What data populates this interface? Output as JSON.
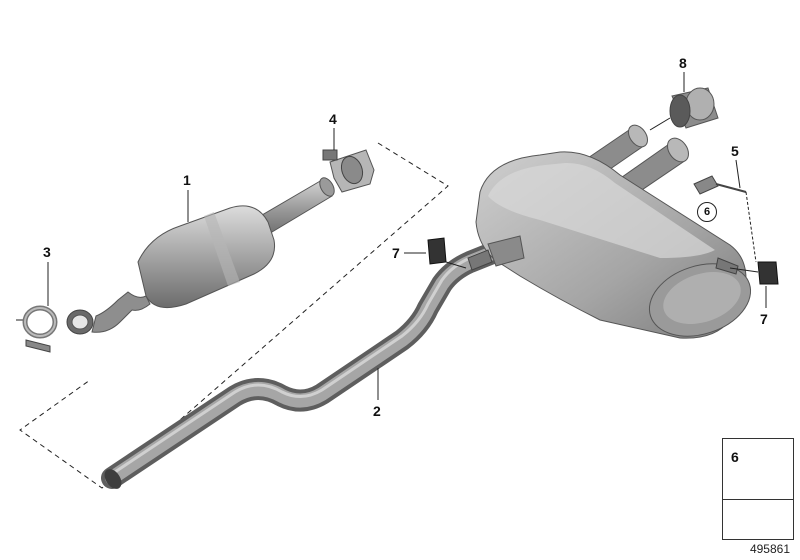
{
  "callouts": {
    "c1": "1",
    "c2": "2",
    "c3": "3",
    "c4": "4",
    "c5": "5",
    "c6": "6",
    "c7a": "7",
    "c7b": "7",
    "c8": "8"
  },
  "legend": {
    "part_number": "6"
  },
  "diagram_id": "495861",
  "colors": {
    "part_light": "#c8c8c8",
    "part_mid": "#a8a8a8",
    "part_dark": "#6e6e6e",
    "outline": "#555555",
    "ink": "#111111"
  },
  "icons": [
    "exhaust-system-diagram",
    "bolt-icon",
    "arrow-icon"
  ]
}
